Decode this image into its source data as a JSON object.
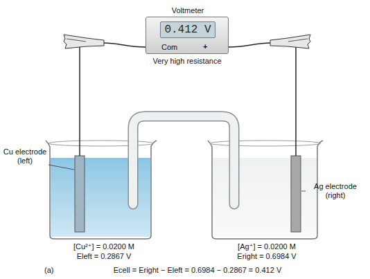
{
  "diagram": {
    "nodes": [
      {
        "text": [
          "Voltmeter",
          "Com",
          "+"
        ]
      },
      {
        "text": [
          "0.412 V"
        ],
        "in": 0
      }
    ],
    "labels": [
      "Very high resistance",
      "Cu electrode (left)",
      "Ag electrode (right)",
      "[Cu²⁺] = 0.0200 M",
      "Eleft = 0.2867 V",
      "[Ag⁺] = 0.0200 M",
      "Eright = 0.6984 V",
      "(a)",
      "Ecell = Eright − Eleft = 0.6984 − 0.2867 = 0.412 V"
    ]
  }
}
